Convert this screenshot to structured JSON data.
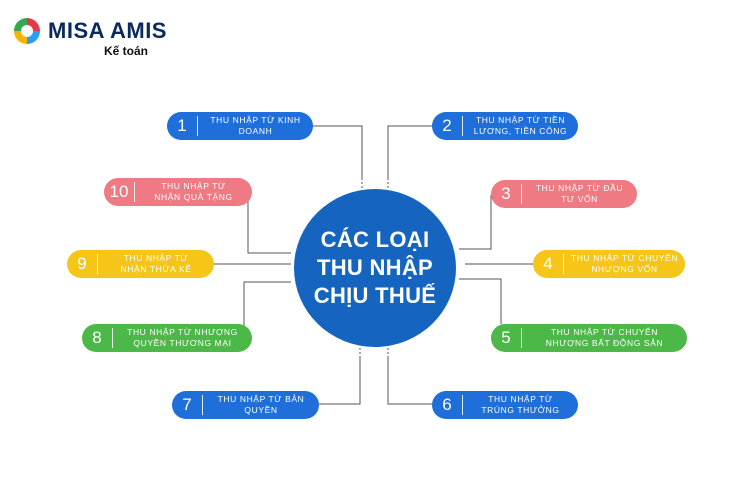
{
  "brand": {
    "name": "MISA AMIS",
    "subtitle": "Kế toán"
  },
  "center": {
    "lines": [
      "CÁC LOẠI",
      "THU NHẬP",
      "CHỊU THUẾ"
    ]
  },
  "colors": {
    "blue": "#1e6fd9",
    "pink": "#f07a84",
    "yellow": "#f5c518",
    "green": "#4cb848",
    "center": "#1565c0",
    "line": "#555555"
  },
  "items": [
    {
      "number": "1",
      "label": "THU NHẬP TỪ KINH\nDOANH",
      "color": "blue"
    },
    {
      "number": "2",
      "label": "THU NHẬP TỪ TIỀN\nLƯƠNG, TIỀN CÔNG",
      "color": "blue"
    },
    {
      "number": "3",
      "label": "THU NHẬP TỪ ĐẦU\nTƯ VỐN",
      "color": "pink"
    },
    {
      "number": "4",
      "label": "THU NHẬP TỪ CHUYỂN\nNHƯỢNG VỐN",
      "color": "yellow"
    },
    {
      "number": "5",
      "label": "THU NHẬP TỪ CHUYỂN\nNHƯỢNG BẤT ĐỘNG SẢN",
      "color": "green"
    },
    {
      "number": "6",
      "label": "THU NHẬP TỪ\nTRÚNG THƯỞNG",
      "color": "blue"
    },
    {
      "number": "7",
      "label": "THU NHẬP TỪ BẢN\nQUYỀN",
      "color": "blue"
    },
    {
      "number": "8",
      "label": "THU NHẬP TỪ NHƯỢNG\nQUYỀN THƯƠNG MẠI",
      "color": "green"
    },
    {
      "number": "9",
      "label": "THU NHẬP TỪ\nNHẬN THỪA KẾ",
      "color": "yellow"
    },
    {
      "number": "10",
      "label": "THU NHẬP TỪ\nNHẬN QUÀ TẶNG",
      "color": "pink"
    }
  ]
}
